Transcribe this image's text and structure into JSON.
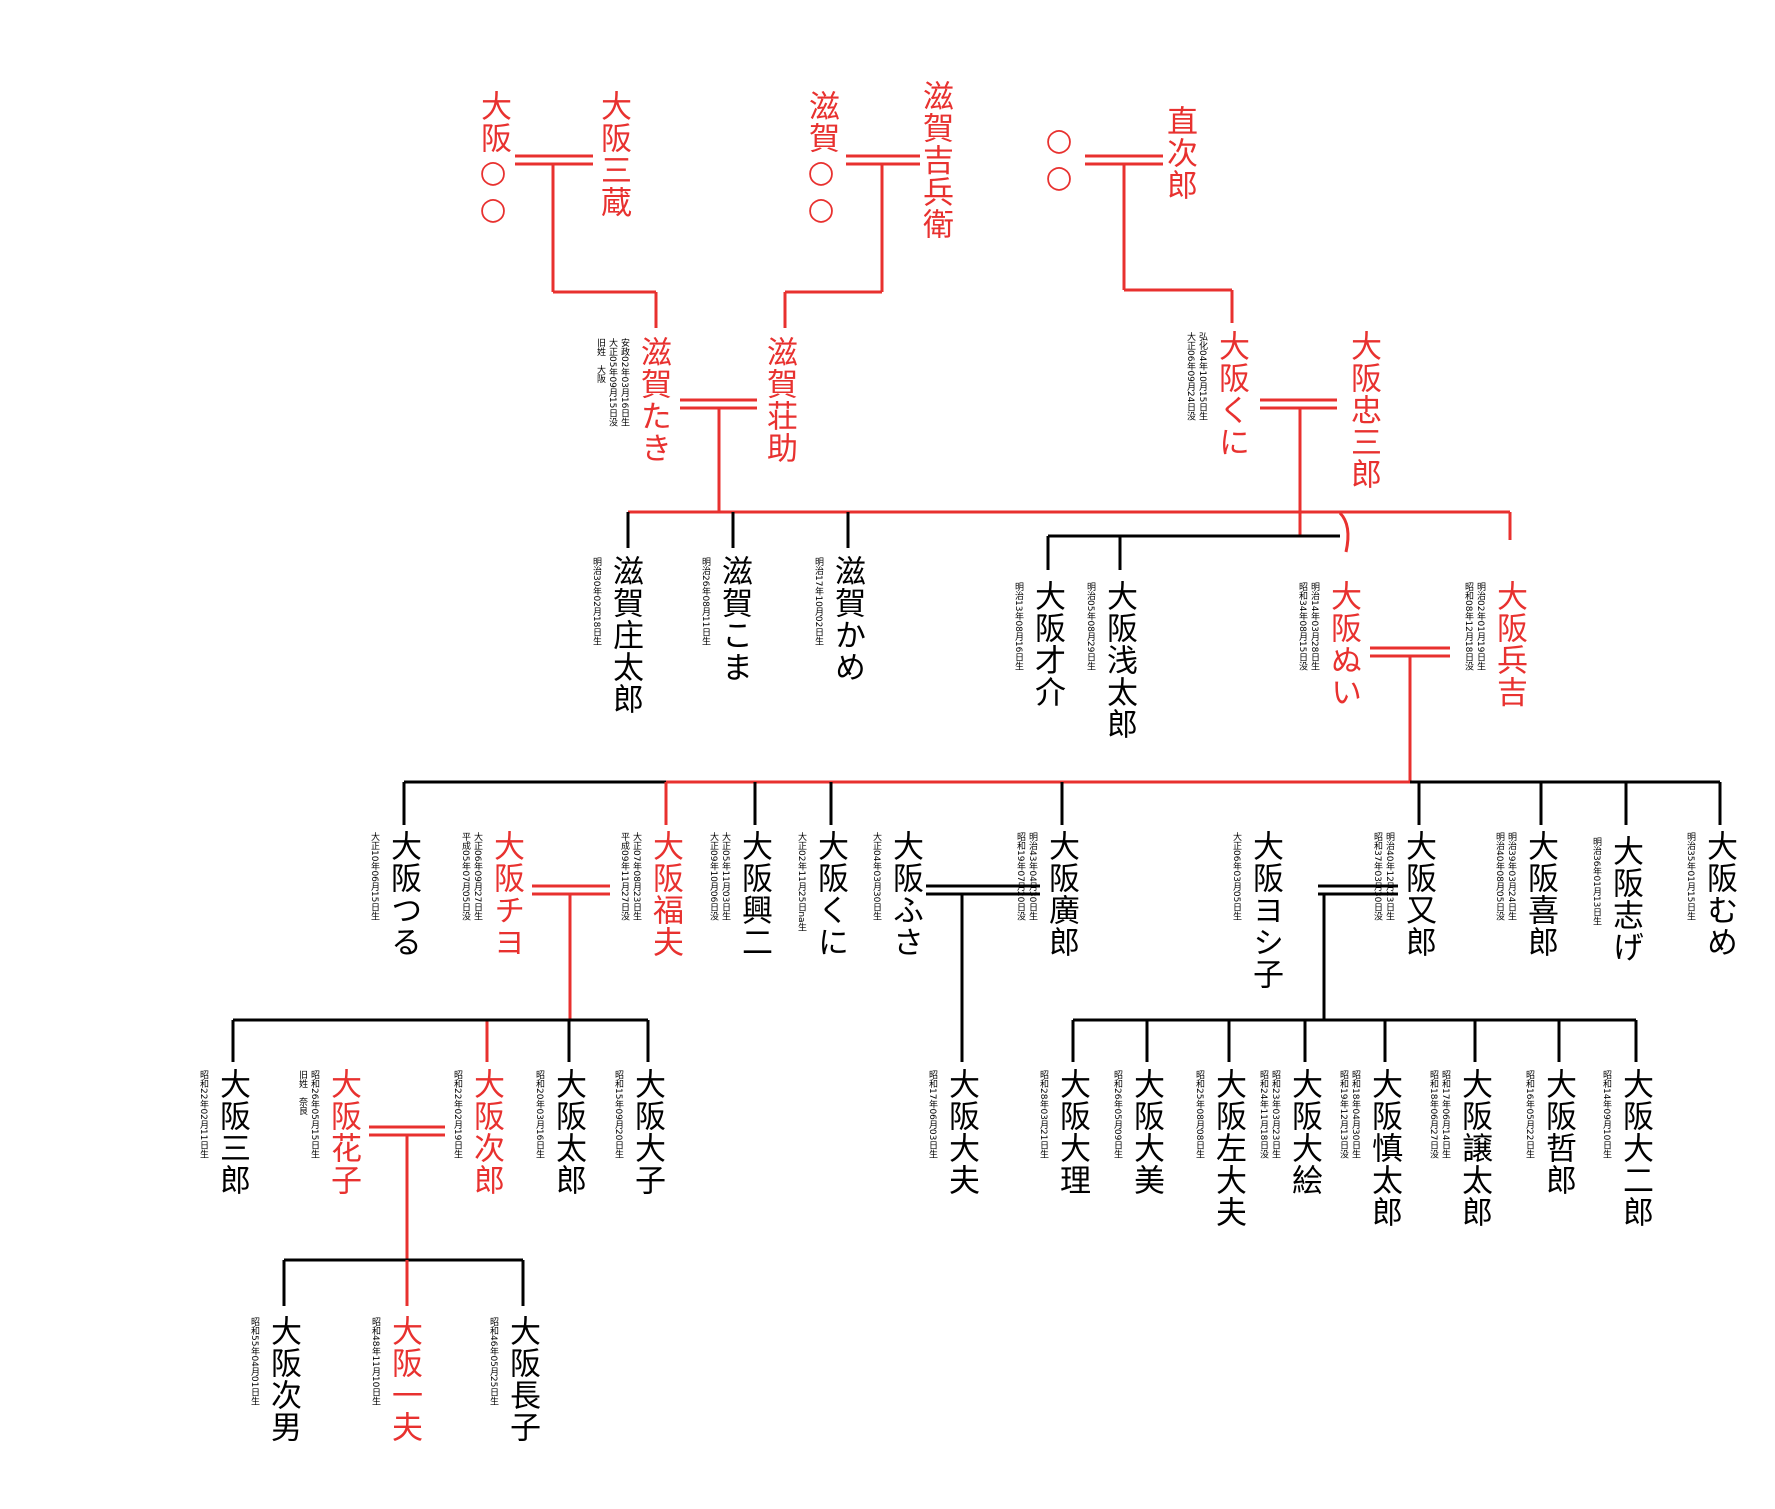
{
  "colors": {
    "direct": "#e8312f",
    "other": "#000000"
  },
  "people": {
    "p1": {
      "name": "大阪○○",
      "color": "red"
    },
    "p2": {
      "name": "大阪三蔵",
      "color": "red"
    },
    "p3": {
      "name": "滋賀○○",
      "color": "red"
    },
    "p4": {
      "name": "滋賀吉兵衛",
      "color": "red"
    },
    "p5": {
      "name": "○○",
      "color": "red"
    },
    "p6": {
      "name": "直次郎",
      "color": "red"
    },
    "p7": {
      "name": "滋賀たき",
      "color": "red",
      "dates": [
        "安政02年03月16日生",
        "大正05年09月15日没",
        "旧姓　大阪"
      ]
    },
    "p8": {
      "name": "滋賀荘助",
      "color": "red"
    },
    "p9": {
      "name": "大阪くに",
      "color": "red",
      "dates": [
        "弘化04年10月15日生",
        "大正06年09月24日没"
      ]
    },
    "p10": {
      "name": "大阪忠三郎",
      "color": "red"
    },
    "p11": {
      "name": "滋賀庄太郎",
      "color": "black",
      "dates": [
        "明治30年02月18日生"
      ]
    },
    "p12": {
      "name": "滋賀こま",
      "color": "black",
      "dates": [
        "明治26年08月11日生"
      ]
    },
    "p13": {
      "name": "滋賀かめ",
      "color": "black",
      "dates": [
        "明治17年10月02日生"
      ]
    },
    "p14": {
      "name": "大阪才介",
      "color": "black",
      "dates": [
        "明治13年08月16日生"
      ]
    },
    "p15": {
      "name": "大阪浅太郎",
      "color": "black",
      "dates": [
        "明治05年08月29日生"
      ]
    },
    "p16": {
      "name": "大阪ぬい",
      "color": "red",
      "dates": [
        "明治14年03月28日生",
        "昭和34年08月15日没"
      ]
    },
    "p17": {
      "name": "大阪兵吉",
      "color": "red",
      "dates": [
        "明治02年01月19日生",
        "昭和08年12月18日没"
      ]
    },
    "p18": {
      "name": "大阪つる",
      "color": "black",
      "dates": [
        "大正10年06月15日生"
      ]
    },
    "p19": {
      "name": "大阪チヨ",
      "color": "red",
      "dates": [
        "大正06年09月27日生",
        "平成05年07月05日没"
      ]
    },
    "p20": {
      "name": "大阪福夫",
      "color": "red",
      "dates": [
        "大正07年08月23日生",
        "平成09年11月27日没"
      ]
    },
    "p21": {
      "name": "大阪興二",
      "color": "black",
      "dates": [
        "大正05年11月03日生",
        "大正09年10月06日没"
      ]
    },
    "p22": {
      "name": "大阪くに",
      "color": "black",
      "dates": [
        "大正02年11月25日na生"
      ]
    },
    "p23": {
      "name": "大阪ふさ",
      "color": "black",
      "dates": [
        "大正04年03月30日生"
      ]
    },
    "p24": {
      "name": "大阪廣郎",
      "color": "black",
      "dates": [
        "明治43年04月30日生",
        "昭和19年07月20日没"
      ]
    },
    "p25": {
      "name": "大阪ヨシ子",
      "color": "black",
      "dates": [
        "大正06年03月05日生"
      ]
    },
    "p26": {
      "name": "大阪又郎",
      "color": "black",
      "dates": [
        "明治40年12月23日生",
        "昭和37年03月30日没"
      ]
    },
    "p27": {
      "name": "大阪喜郎",
      "color": "black",
      "dates": [
        "明治39年03月24日生",
        "明治40年08月05日没"
      ]
    },
    "p28": {
      "name": "大阪志げ",
      "color": "black",
      "dates": [
        "明治36年01月13日生"
      ]
    },
    "p29": {
      "name": "大阪むめ",
      "color": "black",
      "dates": [
        "明治35年01月15日生"
      ]
    },
    "p30": {
      "name": "大阪三郎",
      "color": "black",
      "dates": [
        "昭和22年02月11日生"
      ]
    },
    "p31": {
      "name": "大阪花子",
      "color": "red",
      "dates": [
        "昭和26年05月15日生",
        "旧姓　奈良"
      ]
    },
    "p32": {
      "name": "大阪次郎",
      "color": "red",
      "dates": [
        "昭和22年02月19日生"
      ]
    },
    "p33": {
      "name": "大阪太郎",
      "color": "black",
      "dates": [
        "昭和20年03月16日生"
      ]
    },
    "p34": {
      "name": "大阪大子",
      "color": "black",
      "dates": [
        "昭和15年09月20日生"
      ]
    },
    "p35": {
      "name": "大阪大夫",
      "color": "black",
      "dates": [
        "昭和17年06月03日生"
      ]
    },
    "p36": {
      "name": "大阪大理",
      "color": "black",
      "dates": [
        "昭和28年03月21日生"
      ]
    },
    "p37": {
      "name": "大阪大美",
      "color": "black",
      "dates": [
        "昭和26年05月09日生"
      ]
    },
    "p38": {
      "name": "大阪左大夫",
      "color": "black",
      "dates": [
        "昭和25年08月08日生"
      ]
    },
    "p39": {
      "name": "大阪大絵",
      "color": "black",
      "dates": [
        "昭和23年03月23日生",
        "昭和24年11月18日没"
      ]
    },
    "p40": {
      "name": "大阪慎太郎",
      "color": "black",
      "dates": [
        "昭和18年04月30日生",
        "昭和19年12月13日没"
      ]
    },
    "p41": {
      "name": "大阪譲太郎",
      "color": "black",
      "dates": [
        "昭和17年06月14日生",
        "昭和18年06月27日没"
      ]
    },
    "p42": {
      "name": "大阪哲郎",
      "color": "black",
      "dates": [
        "昭和16年05月22日生"
      ]
    },
    "p43": {
      "name": "大阪大二郎",
      "color": "black",
      "dates": [
        "昭和14年09月10日生"
      ]
    },
    "p44": {
      "name": "大阪次男",
      "color": "black",
      "dates": [
        "昭和55年04月01日生"
      ]
    },
    "p45": {
      "name": "大阪一夫",
      "color": "red",
      "dates": [
        "昭和48年11月10日生"
      ]
    },
    "p46": {
      "name": "大阪長子",
      "color": "black",
      "dates": [
        "昭和46年05月25日生"
      ]
    }
  }
}
